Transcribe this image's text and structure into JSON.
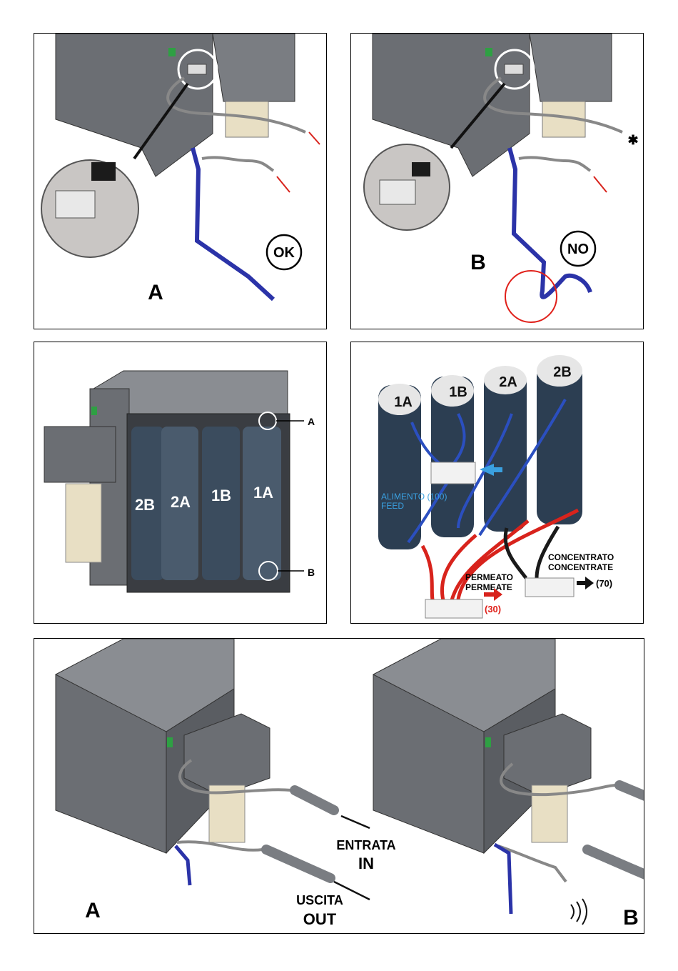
{
  "panel1": {
    "letter": "A",
    "badge": "OK"
  },
  "panel2": {
    "letter": "B",
    "badge": "NO"
  },
  "panel3": {
    "tanks": [
      "2B",
      "2A",
      "1B",
      "1A"
    ],
    "marker_a": "A",
    "marker_b": "B"
  },
  "panel4": {
    "tanks": [
      "1A",
      "1B",
      "2A",
      "2B"
    ],
    "feed_it": "ALIMENTO (100)",
    "feed_en": "FEED",
    "permeate_it": "PERMEATO",
    "permeate_en": "PERMEATE",
    "permeate_value": "(30)",
    "concentrate_it": "CONCENTRATO",
    "concentrate_en": "CONCENTRATE",
    "concentrate_value": "(70)"
  },
  "panel5": {
    "letter_left": "A",
    "letter_right": "B",
    "in_it": "ENTRATA",
    "in_en": "IN",
    "out_it": "USCITA",
    "out_en": "OUT"
  },
  "colors": {
    "cabinet": "#6b6e73",
    "cabinet_dark": "#505357",
    "hose_blue": "#2b33a8",
    "hose_red": "#d8231c",
    "tank": "#2c3e52",
    "switch": "#2ea043"
  }
}
